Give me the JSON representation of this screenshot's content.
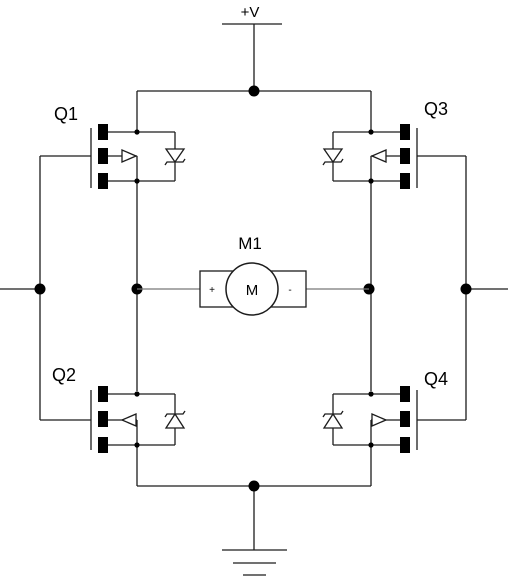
{
  "supply": {
    "label": "+V"
  },
  "motor": {
    "ref": "M1",
    "symbol": "M",
    "plus": "+",
    "minus": "-"
  },
  "transistors": [
    {
      "ref": "Q1"
    },
    {
      "ref": "Q2"
    },
    {
      "ref": "Q3"
    },
    {
      "ref": "Q4"
    }
  ],
  "colors": {
    "wire": "#1c1c1c",
    "motor_leads": "#777777",
    "background": "#ffffff"
  }
}
